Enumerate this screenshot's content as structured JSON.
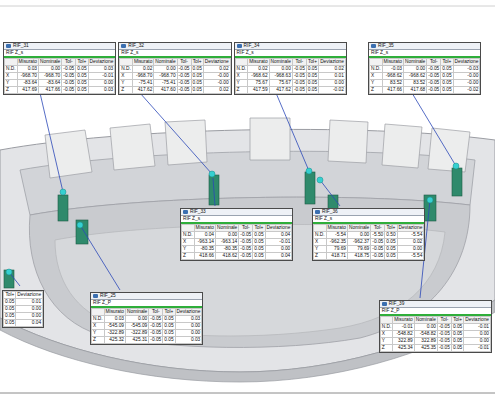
{
  "diagram": {
    "nodes": [
      {
        "text": [
          "RIF_31",
          "RIF Z_s"
        ]
      },
      {
        "text": [
          "RIF_32",
          "RIF Z_s"
        ]
      },
      {
        "text": [
          "RIF_34",
          "RIF Z_s"
        ]
      },
      {
        "text": [
          "RIF_35",
          "RIF Z_s"
        ]
      },
      {
        "text": [
          "RIF_33",
          "RIF Z_s"
        ]
      },
      {
        "text": [
          "RIF_36",
          "RIF Z_s"
        ]
      },
      {
        "text": [
          "RIF_25",
          "RIF Z_P"
        ]
      },
      {
        "text": [
          "RIF_39",
          "RIF Z_P"
        ]
      }
    ],
    "labels": [
      "Misurato",
      "Nominale",
      "Tol-",
      "Tol+",
      "Deviazione",
      "N.D.",
      "0.03",
      "0.00",
      "-0.05",
      "0.05",
      "0.03",
      "X",
      "-968.70",
      "-968.70",
      "-0.05",
      "0.05",
      "-0.01",
      "Y",
      "-83.64",
      "-83.64",
      "-0.05",
      "0.05",
      "0.00",
      "Z",
      "417.69",
      "417.66",
      "-0.05",
      "0.05",
      "0.03",
      "Misurato",
      "Nominale",
      "Tol-",
      "Tol+",
      "Deviazione",
      "N.D.",
      "0.02",
      "0.00",
      "-0.05",
      "0.05",
      "0.02",
      "X",
      "-968.70",
      "-968.70",
      "-0.05",
      "0.05",
      "-0.00",
      "Y",
      "-75.41",
      "-75.41",
      "-0.05",
      "0.05",
      "-0.00",
      "Z",
      "417.62",
      "417.60",
      "-0.05",
      "0.05",
      "0.02",
      "Misurato",
      "Nominale",
      "Tol-",
      "Tol+",
      "Deviazione",
      "N.D.",
      "0.02",
      "0.00",
      "-0.05",
      "0.05",
      "0.02",
      "X",
      "-968.62",
      "-968.63",
      "-0.05",
      "0.05",
      "0.01",
      "Y",
      "75.67",
      "75.67",
      "-0.05",
      "0.05",
      "0.00",
      "Z",
      "417.59",
      "417.62",
      "-0.05",
      "0.05",
      "-0.02",
      "Misurato",
      "Nominale",
      "Tol-",
      "Tol+",
      "Deviazione",
      "N.D.",
      "-0.03",
      "0.00",
      "-0.05",
      "0.05",
      "-0.03",
      "X",
      "-968.62",
      "-968.62",
      "-0.05",
      "0.05",
      "-0.00",
      "Y",
      "83.52",
      "83.52",
      "-0.05",
      "0.05",
      "-0.00",
      "Z",
      "417.66",
      "417.68",
      "-0.05",
      "0.05",
      "-0.02",
      "Misurato",
      "Nominale",
      "Tol-",
      "Tol+",
      "Deviazione",
      "N.D.",
      "0.04",
      "0.00",
      "-0.05",
      "0.05",
      "0.04",
      "X",
      "-963.14",
      "-963.14",
      "-0.05",
      "0.05",
      "-0.01",
      "Y",
      "-80.35",
      "-80.35",
      "-0.05",
      "0.05",
      "0.00",
      "Z",
      "418.66",
      "418.62",
      "-0.05",
      "0.05",
      "0.04",
      "Misurato",
      "Nominale",
      "Tol-",
      "Tol+",
      "Deviazione",
      "N.D.",
      "-5.54",
      "0.00",
      "-5.50",
      "0.50",
      "-5.54",
      "X",
      "-962.35",
      "-962.37",
      "-0.05",
      "0.05",
      "0.02",
      "Y",
      "79.69",
      "79.69",
      "-0.05",
      "0.05",
      "0.00",
      "Z",
      "418.71",
      "418.75",
      "-0.05",
      "0.05",
      "-5.54",
      "Misurato",
      "Nominale",
      "Tol-",
      "Tol+",
      "Deviazione",
      "N.D.",
      "0.03",
      "0.00",
      "-0.05",
      "0.05",
      "0.03",
      "X",
      "-545.09",
      "-545.09",
      "-0.05",
      "0.05",
      "0.00",
      "Y",
      "-322.89",
      "-322.89",
      "-0.05",
      "0.05",
      "0.00",
      "Z",
      "425.32",
      "425.31",
      "-0.05",
      "0.05",
      "0.03",
      "Misurato",
      "Nominale",
      "Tol-",
      "Tol+",
      "Deviazione",
      "N.D.",
      "-0.01",
      "0.00",
      "-0.05",
      "0.05",
      "-0.01",
      "X",
      "-548.82",
      "-548.82",
      "-0.05",
      "0.05",
      "0.00",
      "Y",
      "322.89",
      "322.89",
      "-0.05",
      "0.05",
      "0.00",
      "Z",
      "425.34",
      "425.35",
      "-0.05",
      "0.05",
      "-0.01",
      "Tol+",
      "Deviazione",
      "0.05",
      "0.01",
      "0.05",
      "0.00",
      "0.05",
      "0.00",
      "0.05",
      "0.04"
    ]
  }
}
